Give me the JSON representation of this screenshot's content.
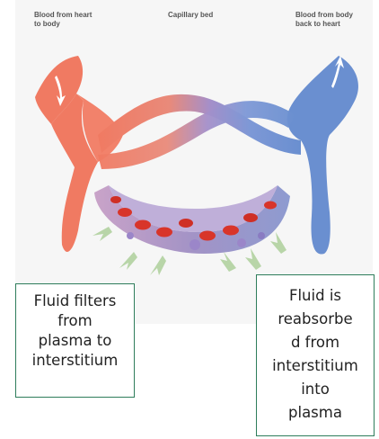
{
  "diagram": {
    "label_artery": "Blood from heart\nto body",
    "label_capillary": "Capillary bed",
    "label_vein": "Blood from body\nback to heart"
  },
  "callouts": {
    "filtration": "Fluid filters\nfrom\nplasma to\ninterstitium",
    "reabsorption": "Fluid is\nreabsorbe\nd from\ninterstitium\ninto\nplasma"
  },
  "colors": {
    "artery": "#f07a62",
    "vein": "#6a8fd0",
    "capillary_mid": "#a58fc9",
    "callout_border": "#2e7d5b",
    "fluid_arrow": "#b8d5a8",
    "red_cell": "#d8352a"
  }
}
